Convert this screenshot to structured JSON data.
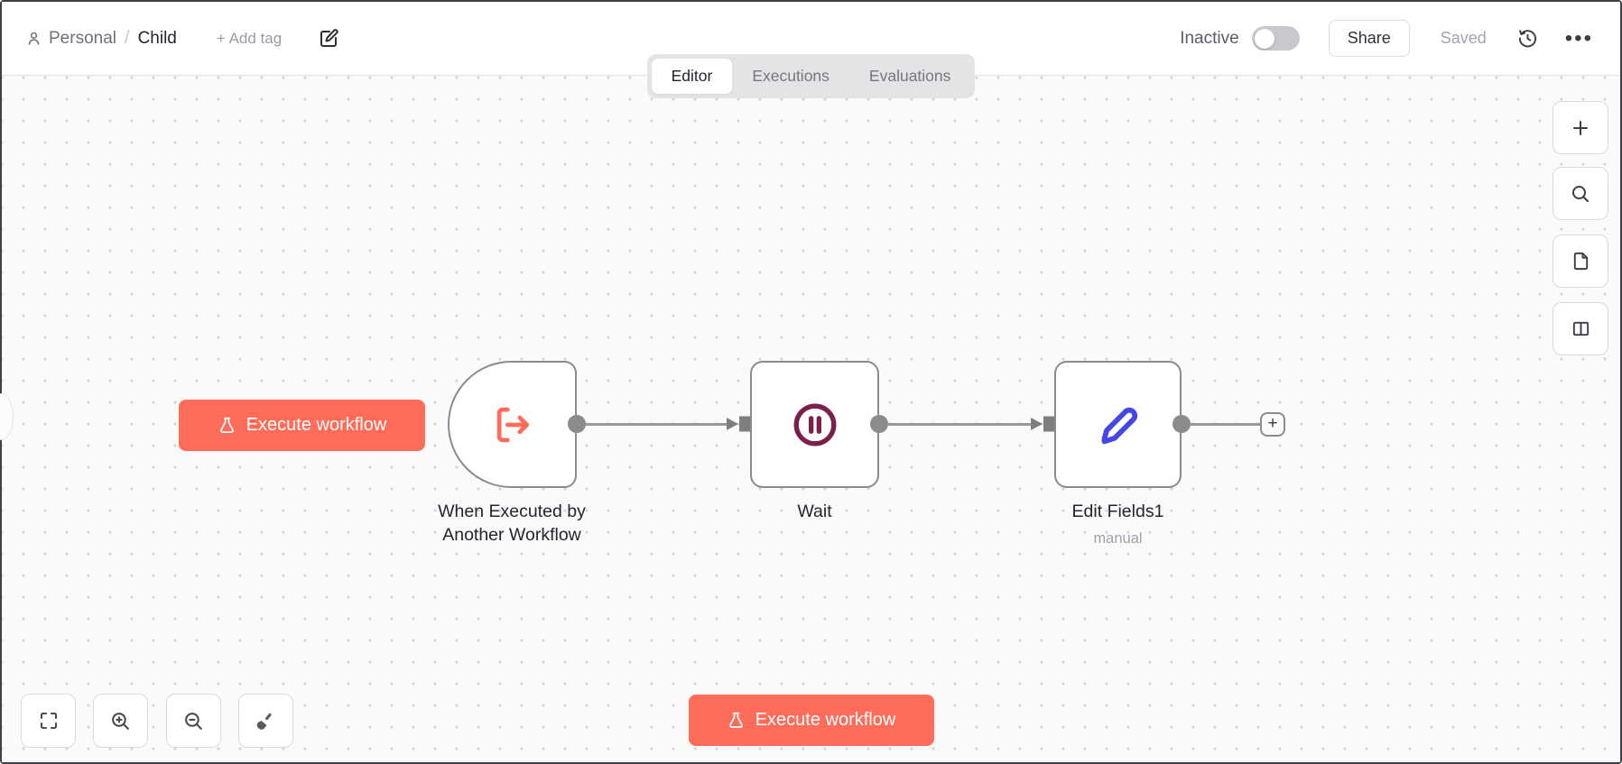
{
  "header": {
    "breadcrumb": {
      "project": "Personal",
      "separator": "/",
      "workflow": "Child"
    },
    "add_tag_label": "+ Add tag",
    "status_label": "Inactive",
    "status_toggle_on": false,
    "share_label": "Share",
    "saved_label": "Saved"
  },
  "tabs": [
    {
      "label": "Editor",
      "active": true
    },
    {
      "label": "Executions",
      "active": false
    },
    {
      "label": "Evaluations",
      "active": false
    }
  ],
  "canvas": {
    "execute_button_label": "Execute workflow",
    "bottom_execute_button_label": "Execute workflow",
    "add_node_label": "+",
    "nodes": [
      {
        "name": "When Executed by Another Workflow",
        "type": "execute-workflow-trigger",
        "icon": "sign-out-arrow-icon",
        "icon_color": "#ff6d5a"
      },
      {
        "name": "Wait",
        "type": "wait",
        "icon": "pause-circle-icon",
        "icon_color": "#7d1f4b"
      },
      {
        "name": "Edit Fields1",
        "subtitle": "manual",
        "type": "set",
        "icon": "pen-icon",
        "icon_color": "#4646e8"
      }
    ],
    "connections": [
      {
        "from": "When Executed by Another Workflow",
        "to": "Wait"
      },
      {
        "from": "Wait",
        "to": "Edit Fields1"
      }
    ]
  },
  "controls": {
    "bottom_left": [
      "fit-view",
      "zoom-in",
      "zoom-out",
      "tidy-up"
    ],
    "right_side": [
      "add-node",
      "search",
      "sticky-note",
      "toggle-panel"
    ]
  },
  "colors": {
    "accent": "#ff6d5a",
    "wait_icon": "#7d1f4b",
    "edit_icon": "#4646e8",
    "node_border": "#8b8b8b",
    "canvas_bg": "#fafafa"
  }
}
